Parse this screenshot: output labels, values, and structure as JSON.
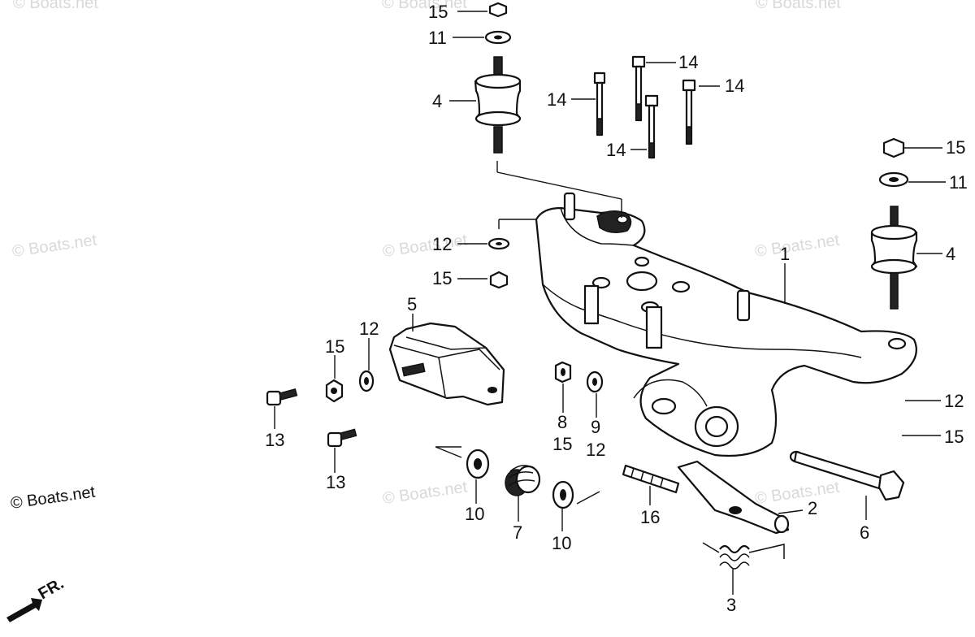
{
  "watermarks": {
    "main": "© Boats.net",
    "faint": "© Boats.net"
  },
  "front_indicator": "FR.",
  "callouts": {
    "n15a": "15",
    "n11a": "11",
    "n4a": "4",
    "n14a": "14",
    "n14b": "14",
    "n14c": "14",
    "n14d": "14",
    "n15b": "15",
    "n11b": "11",
    "n4b": "4",
    "n12a": "12",
    "n15c": "15",
    "n1": "1",
    "n5": "5",
    "n12b": "12",
    "n15d": "15",
    "n13a": "13",
    "n13b": "13",
    "n8": "8",
    "n15e": "15",
    "n9": "9",
    "n12c": "12",
    "n12d": "12",
    "n15f": "15",
    "n10a": "10",
    "n7": "7",
    "n10b": "10",
    "n16": "16",
    "n2": "2",
    "n6": "6",
    "n3": "3"
  },
  "colors": {
    "ink": "#111111",
    "watermark": "#d9d9d9",
    "background": "#ffffff"
  }
}
